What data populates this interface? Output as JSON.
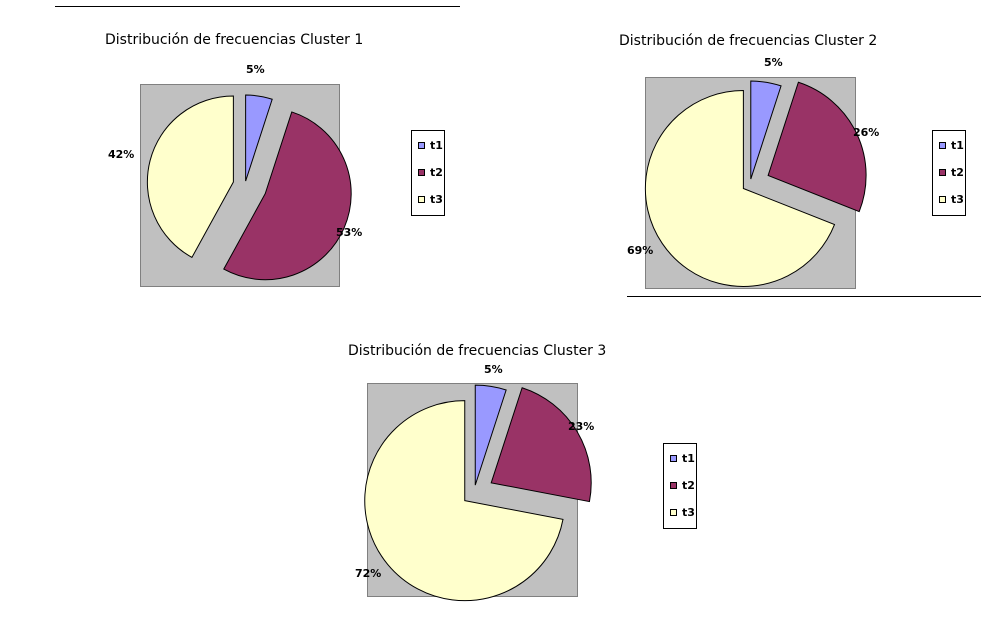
{
  "colors": {
    "t1": "#9999ff",
    "t2": "#993366",
    "t3": "#ffffcc",
    "plot_bg": "#c0c0c0"
  },
  "chart_data": [
    {
      "type": "pie",
      "title": "Distribución de frecuencias Cluster 1",
      "categories": [
        "t1",
        "t2",
        "t3"
      ],
      "values": [
        5,
        53,
        42
      ],
      "labels": [
        "5%",
        "53%",
        "42%"
      ],
      "exploded": true,
      "legend": [
        "t1",
        "t2",
        "t3"
      ],
      "legend_position": "right"
    },
    {
      "type": "pie",
      "title": "Distribución de frecuencias Cluster 2",
      "categories": [
        "t1",
        "t2",
        "t3"
      ],
      "values": [
        5,
        26,
        69
      ],
      "labels": [
        "5%",
        "26%",
        "69%"
      ],
      "exploded": true,
      "legend": [
        "t1",
        "t2",
        "t3"
      ],
      "legend_position": "right"
    },
    {
      "type": "pie",
      "title": "Distribución de frecuencias Cluster 3",
      "categories": [
        "t1",
        "t2",
        "t3"
      ],
      "values": [
        5,
        23,
        72
      ],
      "labels": [
        "5%",
        "23%",
        "72%"
      ],
      "exploded": true,
      "legend": [
        "t1",
        "t2",
        "t3"
      ],
      "legend_position": "right"
    }
  ]
}
